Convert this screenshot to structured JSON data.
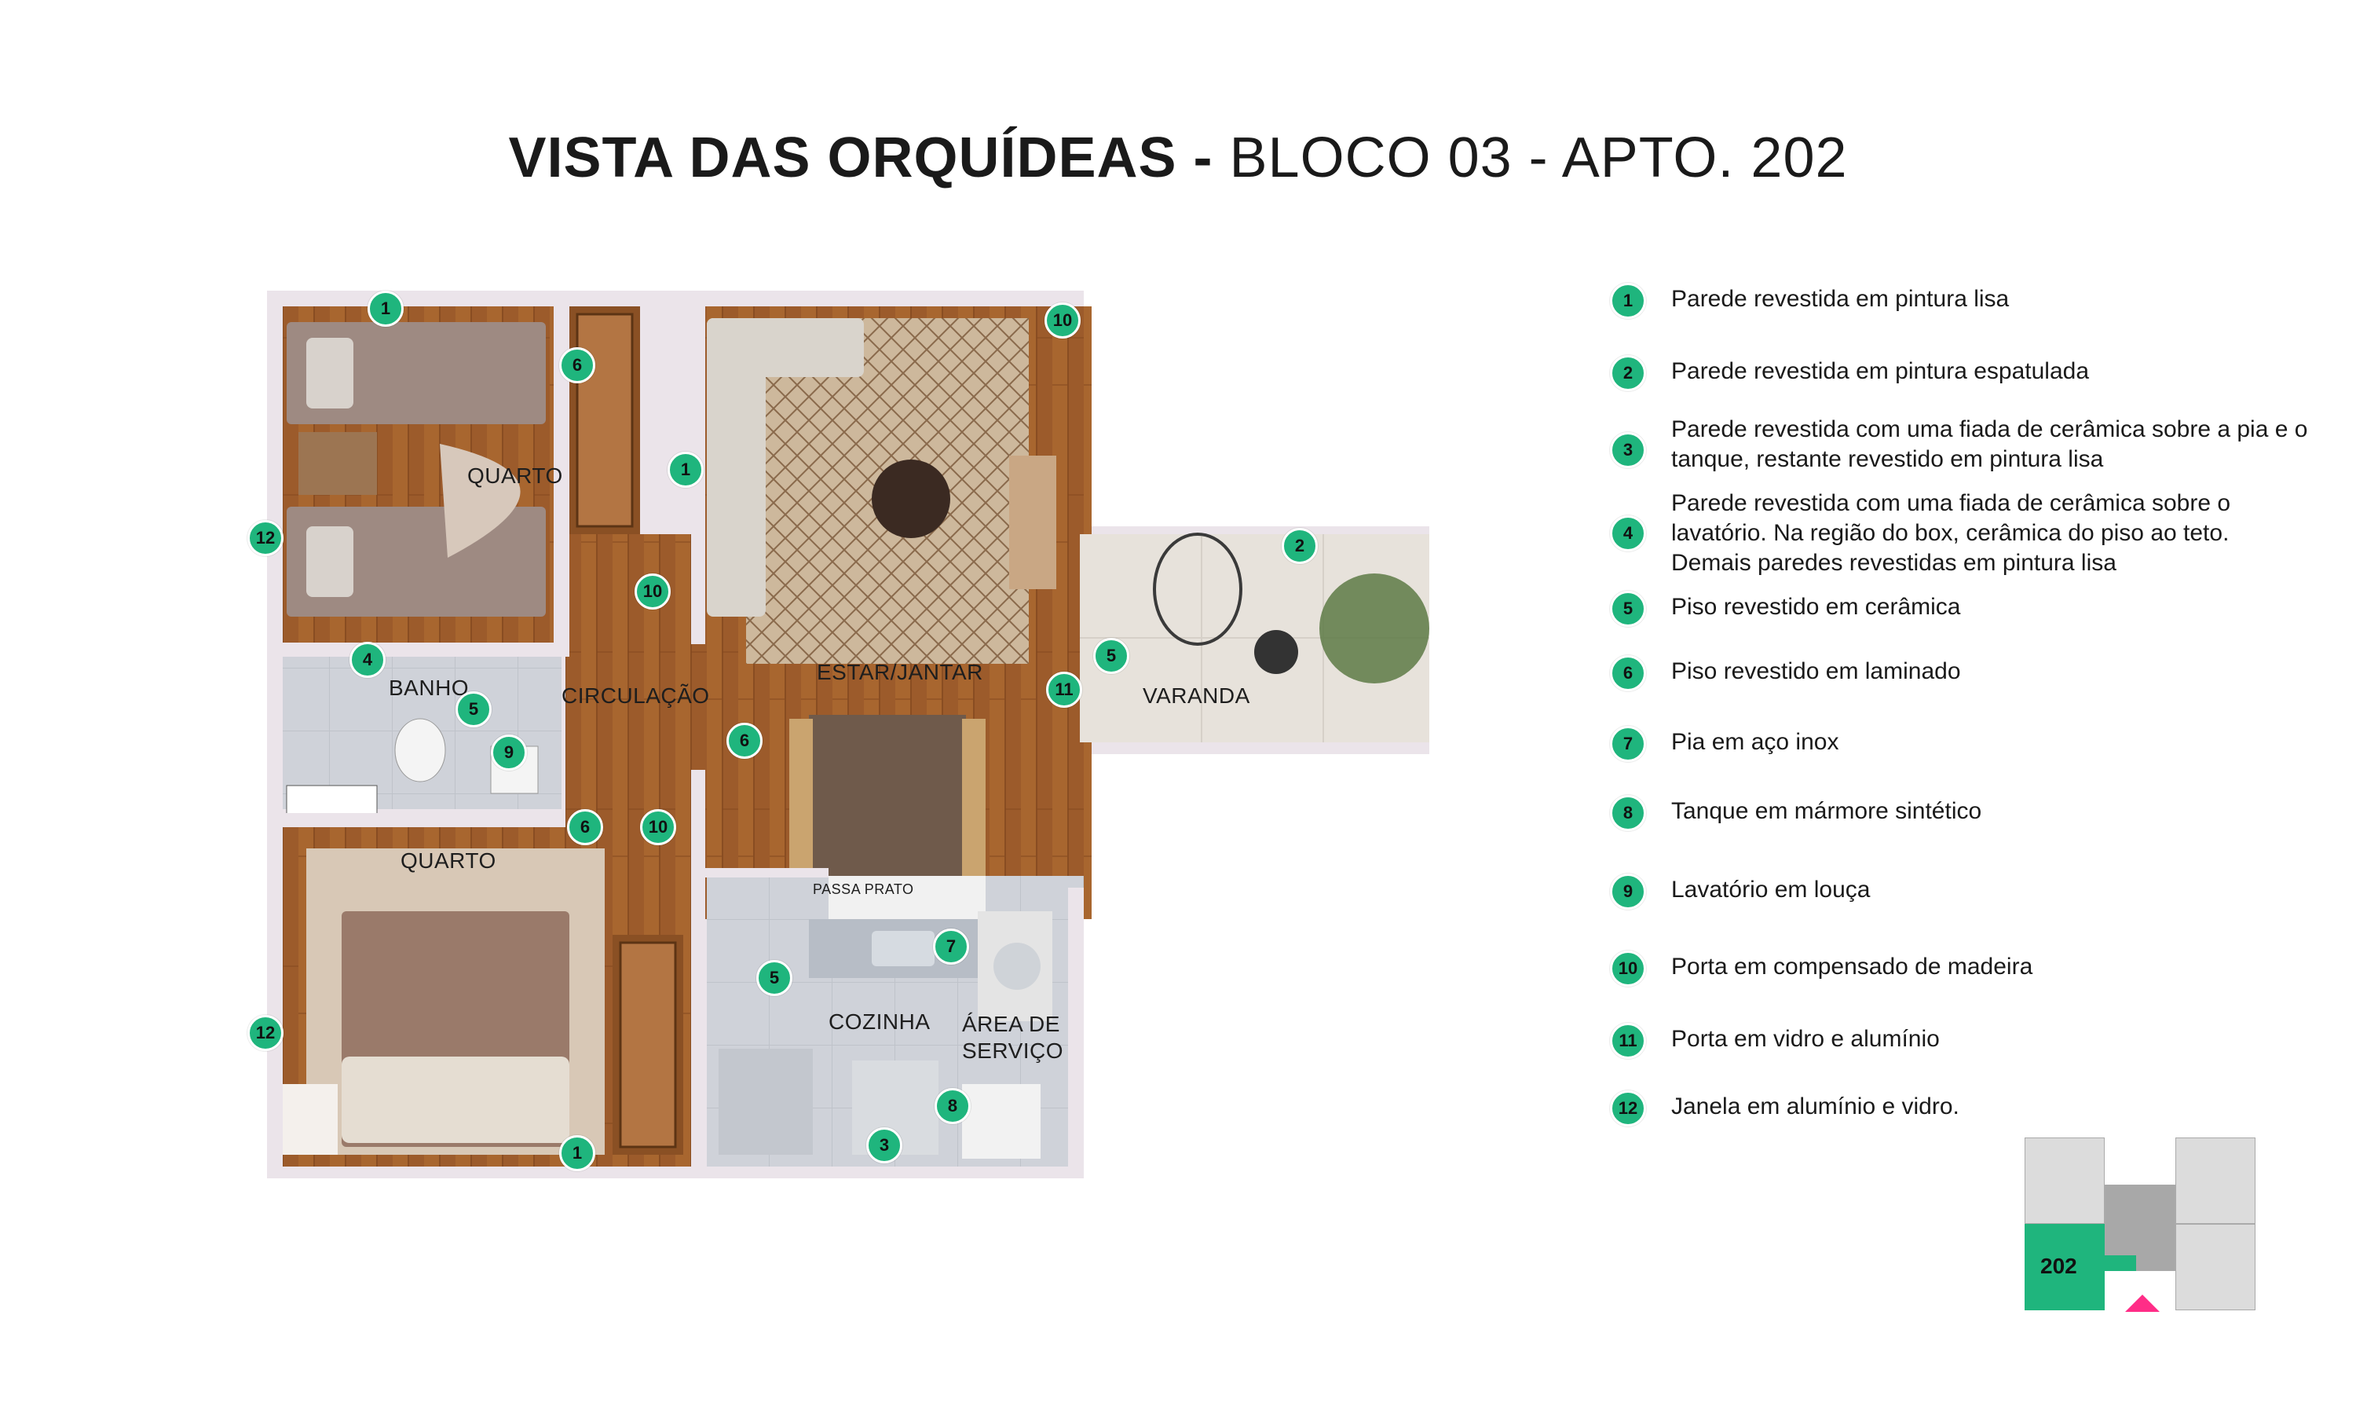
{
  "title": {
    "bold": "VISTA DAS ORQUÍDEAS -",
    "light": "BLOCO 03 - APTO. 202"
  },
  "rooms": {
    "quarto_top": "QUARTO",
    "banho": "BANHO",
    "circulacao": "CIRCULAÇÃO",
    "estar_jantar": "ESTAR/JANTAR",
    "varanda": "VARANDA",
    "quarto_bottom": "QUARTO",
    "passa_prato": "PASSA PRATO",
    "cozinha": "COZINHA",
    "area_servico_1": "ÁREA DE",
    "area_servico_2": "SERVIÇO"
  },
  "plan_markers": [
    "1",
    "6",
    "1",
    "10",
    "12",
    "4",
    "5",
    "9",
    "6",
    "10",
    "10",
    "6",
    "5",
    "11",
    "2",
    "5",
    "12",
    "7",
    "8",
    "3",
    "1"
  ],
  "legend": [
    {
      "num": "1",
      "text": "Parede revestida em pintura lisa"
    },
    {
      "num": "2",
      "text": "Parede revestida em pintura espatulada"
    },
    {
      "num": "3",
      "text": "Parede revestida com uma fiada de cerâmica sobre a pia e o tanque, restante revestido em pintura lisa"
    },
    {
      "num": "4",
      "text": "Parede revestida com uma fiada de cerâmica sobre o lavatório. Na região do box, cerâmica do piso ao teto. Demais paredes revestidas em pintura lisa"
    },
    {
      "num": "5",
      "text": "Piso revestido em cerâmica"
    },
    {
      "num": "6",
      "text": "Piso revestido em laminado"
    },
    {
      "num": "7",
      "text": "Pia em aço inox"
    },
    {
      "num": "8",
      "text": "Tanque em mármore sintético"
    },
    {
      "num": "9",
      "text": "Lavatório em louça"
    },
    {
      "num": "10",
      "text": "Porta em compensado de madeira"
    },
    {
      "num": "11",
      "text": "Porta em vidro e alumínio"
    },
    {
      "num": "12",
      "text": "Janela em alumínio e vidro."
    }
  ],
  "keyplan": {
    "unit": "202"
  },
  "colors": {
    "accent": "#1fb57d",
    "marker_pin": "#ff2d87",
    "wood": "#a0602e",
    "tile": "#cfd2d8"
  }
}
